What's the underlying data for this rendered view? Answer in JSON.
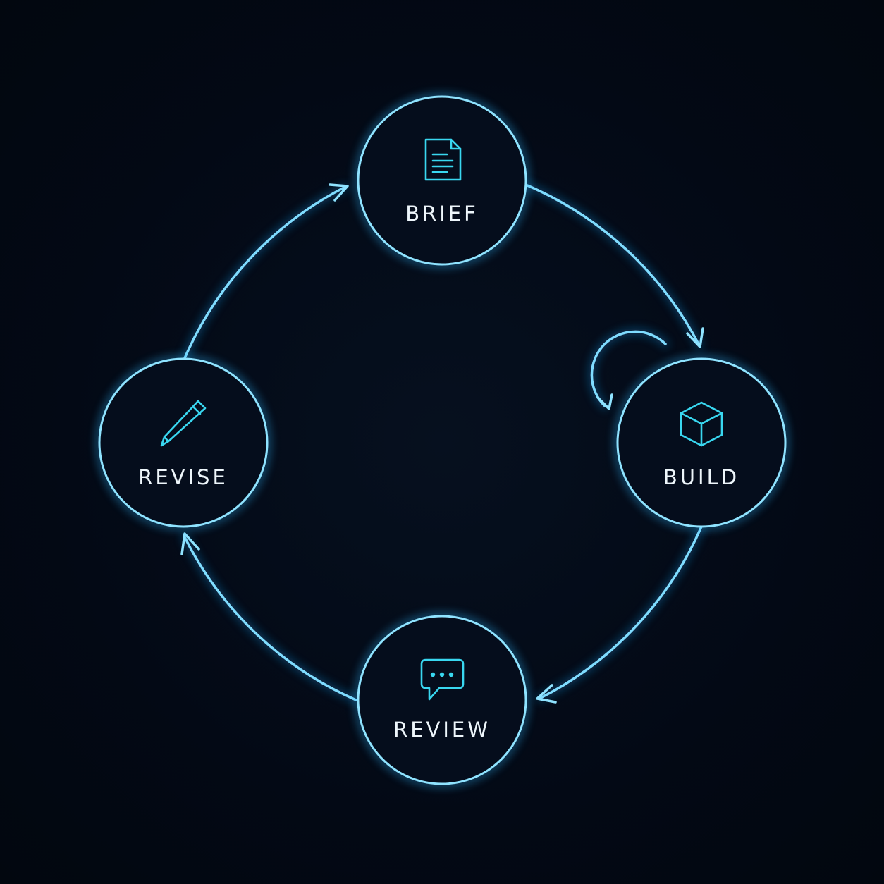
{
  "colors": {
    "background": "#040b18",
    "ring": "#8fe3ff",
    "glow": "#2fb8ff",
    "icon": "#39d7f0",
    "label": "#eef6fb"
  },
  "nodes": [
    {
      "id": "brief",
      "label": "BRIEF",
      "icon": "document-icon"
    },
    {
      "id": "build",
      "label": "BUILD",
      "icon": "cube-icon"
    },
    {
      "id": "review",
      "label": "REVIEW",
      "icon": "chat-bubble-icon"
    },
    {
      "id": "revise",
      "label": "REVISE",
      "icon": "pencil-icon"
    }
  ],
  "edges": [
    {
      "from": "brief",
      "to": "build"
    },
    {
      "from": "build",
      "to": "review"
    },
    {
      "from": "review",
      "to": "revise"
    },
    {
      "from": "revise",
      "to": "brief"
    },
    {
      "from": "build",
      "to": "build",
      "type": "self-loop"
    }
  ]
}
